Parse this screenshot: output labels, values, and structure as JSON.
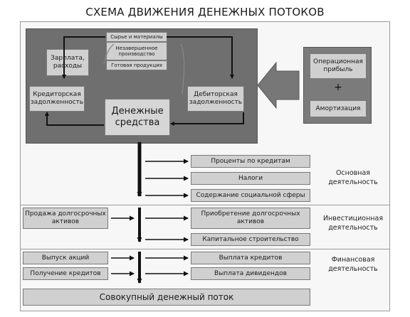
{
  "title": "СХЕМА ДВИЖЕНИЯ ДЕНЕЖНЫХ ПОТОКОВ",
  "cycle": {
    "inventory": [
      "Сырье и материалы",
      "Незавершенное производство",
      "Готовая продукция"
    ],
    "salary": "Зарплата, расходы",
    "payables": "Кредиторская задолженность",
    "receivables": "Дебиторская задолженность",
    "cash": "Денежные средства"
  },
  "inflow": {
    "profit": "Операционная прибыль",
    "plus": "+",
    "depreciation": "Амортизация"
  },
  "operating": {
    "label": "Основная деятельность",
    "outflows": [
      "Проценты по кредитам",
      "Налоги",
      "Содержание социальной сферы"
    ]
  },
  "investing": {
    "label": "Инвестиционная деятельность",
    "inflows": [
      "Продажа долгосрочных активов"
    ],
    "outflows": [
      "Приобретение долгосрочных активов",
      "Капитальное строительство"
    ]
  },
  "financing": {
    "label": "Финансовая деятельность",
    "inflows": [
      "Выпуск акций",
      "Получение кредитов"
    ],
    "outflows": [
      "Выплата кредитов",
      "Выплата дивидендов"
    ]
  },
  "total": "Совокупный денежный поток"
}
